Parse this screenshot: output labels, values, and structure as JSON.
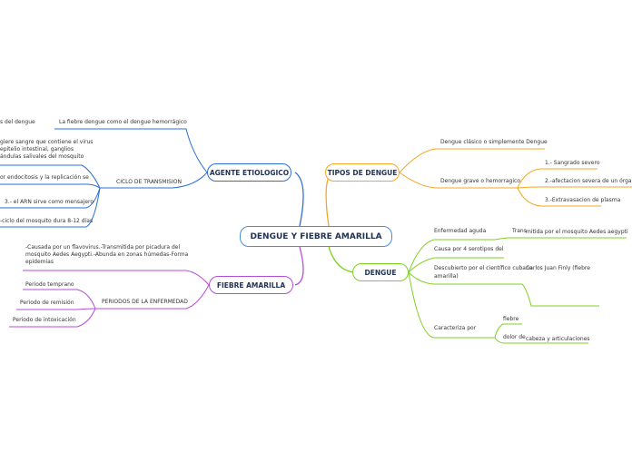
{
  "central": {
    "title": "DENGUE Y FIEBRE AMARILLA"
  },
  "agente": {
    "title": "AGENTE ETIOLOGICO",
    "tipos_label": "s del dengue",
    "fiebre_hemorragica": "La fiebre dengue como el dengue hemorrágico",
    "sangre_text": "giere sangre que contiene el virus\nepitelio intestinal, ganglios\nándulas salivales del mosquito",
    "ciclo_label": "CICLO DE TRANSMISION",
    "endocitosis": "or endocitosis y la replicación se",
    "arn": "3.- el ARN sirve como mensajero",
    "ciclo_mosquito": "-ciclo del mosquito dura 8-12 días"
  },
  "tipos": {
    "title": "TIPOS DE DENGUE",
    "clasico": "Dengue clásico o simplemente Dengue",
    "grave": "Dengue grave o hemorragico",
    "sub": [
      "1.- Sangrado severo",
      "2.-afectacion severa de un órgano",
      "3.-Extravasacion de plasma"
    ]
  },
  "fiebre": {
    "title": "FIEBRE AMARILLA",
    "causada": "-Causada por un flavovirus.-Transmitida por picadura del mosquito Aedes Aegypti.-Abunda en zonas húmedas-Forma epidemias",
    "periodos_label": "PERIODOS DE LA ENFERMEDAD",
    "periodos": [
      "Periodo temprano",
      "Periodo de remisión",
      "Periodo de intoxicación"
    ]
  },
  "dengue": {
    "title": "DENGUE",
    "enfermedad": "Enfermedad aguda",
    "transmitida_prefix": "Trans",
    "transmitida": "mitida por el mosquito Aedes aegypti",
    "causa": "Causa por 4 serotipos del",
    "descubierto": "Descubierto por el científico cubano",
    "finly": "Carlos Juan Finly (fiebre",
    "amarilla": "amarilla)",
    "caracteriza": "Caracteriza por",
    "fiebre": "fiebre",
    "dolor_prefix": "dolor de",
    "dolor": "cabeza y articulaciones"
  },
  "colors": {
    "central": "#4a8fd6",
    "agente": "#2d6fd6",
    "tipos": "#f5a623",
    "fiebre": "#b34fd6",
    "dengue": "#7ed321"
  }
}
